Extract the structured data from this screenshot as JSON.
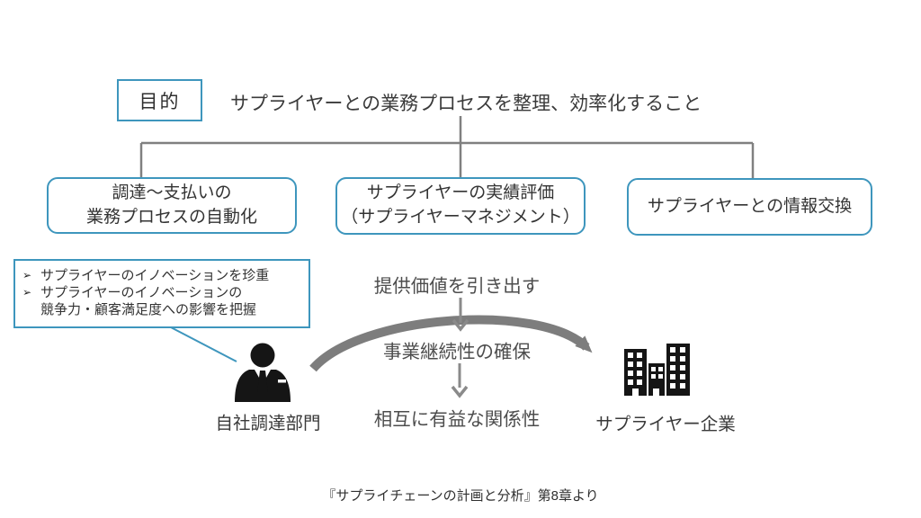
{
  "purpose": {
    "label": "目的",
    "statement": "サプライヤーとの業務プロセスを整理、効率化すること"
  },
  "branches": [
    {
      "lines": [
        "調達～支払いの",
        "業務プロセスの自動化"
      ]
    },
    {
      "lines": [
        "サプライヤーの実績評価",
        "（サプライヤーマネジメント）"
      ]
    },
    {
      "lines": [
        "サプライヤーとの情報交換"
      ]
    }
  ],
  "note_box": {
    "bullet_glyph": "➢",
    "items": [
      {
        "lines": [
          "サプライヤーのイノベーションを珍重"
        ]
      },
      {
        "lines": [
          "サプライヤーのイノベーションの",
          "競争力・顧客満足度への影響を把握"
        ]
      }
    ]
  },
  "flow": {
    "steps": [
      "提供価値を引き出す",
      "事業継続性の確保",
      "相互に有益な関係性"
    ]
  },
  "actors": {
    "left": {
      "label": "自社調達部門",
      "icon": "businessman-icon"
    },
    "right": {
      "label": "サプライヤー企業",
      "icon": "buildings-icon"
    }
  },
  "caption": "『サプライチェーンの計画と分析』第8章より",
  "colors": {
    "accent_blue": "#3E96BD",
    "connector_gray": "#808080",
    "arrow_gray": "#7D7D7D",
    "text_dark": "#3A3A3A",
    "icon_black": "#151515",
    "background": "#FFFFFF"
  }
}
